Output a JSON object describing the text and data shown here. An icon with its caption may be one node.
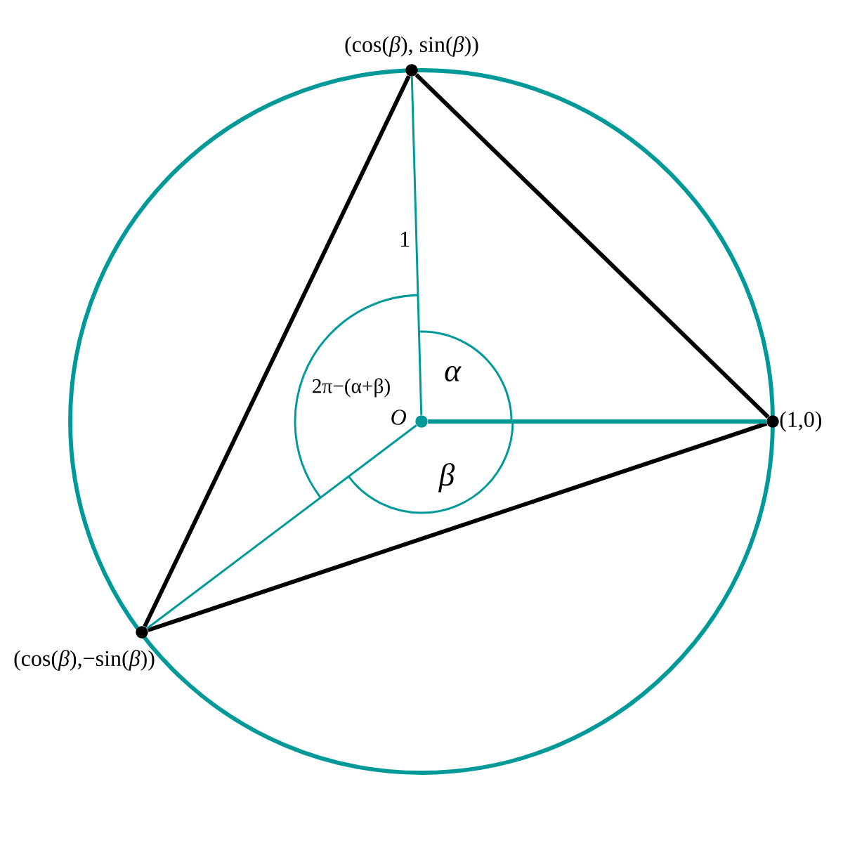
{
  "diagram": {
    "nodes": [
      {
        "text": [],
        "shape": "circle",
        "beside": [
          "(cos(*β*), sin(*β*))"
        ]
      },
      {
        "text": [],
        "shape": "circle",
        "beside": [
          "O"
        ]
      },
      {
        "text": [],
        "shape": "circle",
        "beside": [
          "(1,0)"
        ]
      },
      {
        "text": [],
        "shape": "circle",
        "beside": [
          "(cos(*β*),−sin(*β*))"
        ]
      }
    ],
    "edges": [
      {
        "from": 0,
        "to": 2,
        "arrow": "none"
      },
      {
        "from": 2,
        "to": 3,
        "arrow": "none"
      },
      {
        "from": 3,
        "to": 0,
        "arrow": "none"
      },
      {
        "from": 1,
        "to": 2,
        "arrow": "none",
        "color": "#009999"
      },
      {
        "from": 1,
        "to": 0,
        "arrow": "none",
        "label": "1",
        "color": "#009999"
      },
      {
        "from": 1,
        "to": 3,
        "arrow": "none",
        "color": "#009999"
      }
    ],
    "labels": [
      "α",
      "2π−(α+β)",
      "β"
    ]
  }
}
